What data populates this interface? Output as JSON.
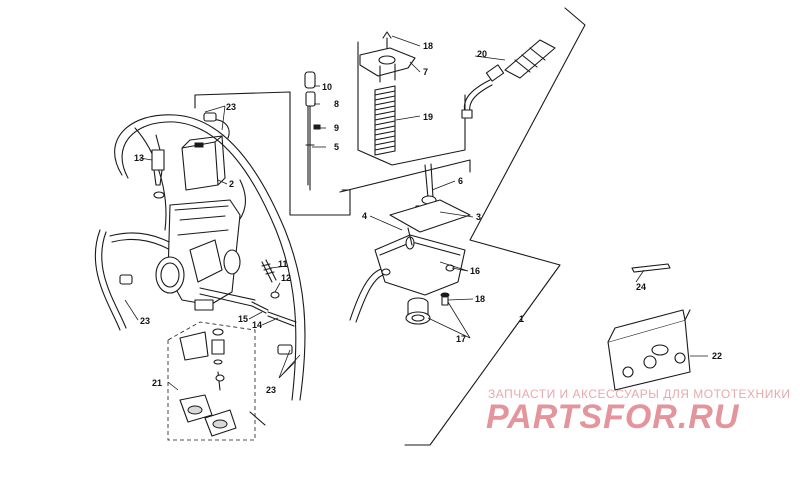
{
  "diagram": {
    "part_labels": {
      "p1": "1",
      "p2": "2",
      "p3": "3",
      "p4": "4",
      "p5": "5",
      "p6": "6",
      "p7": "7",
      "p8": "8",
      "p9": "9",
      "p10": "10",
      "p11": "11",
      "p12": "12",
      "p13": "13",
      "p14": "14",
      "p15": "15",
      "p16": "16",
      "p17": "17",
      "p18a": "18",
      "p18b": "18",
      "p19": "19",
      "p20": "20",
      "p21": "21",
      "p22": "22",
      "p23a": "23",
      "p23b": "23",
      "p23c": "23",
      "p24": "24"
    }
  },
  "watermark": {
    "tagline": "ЗАПЧАСТИ И АКСЕССУАРЫ ДЛЯ МОТОТЕХНИКИ",
    "brand": "PARTSFOR.RU",
    "color": "#e39aa0"
  }
}
